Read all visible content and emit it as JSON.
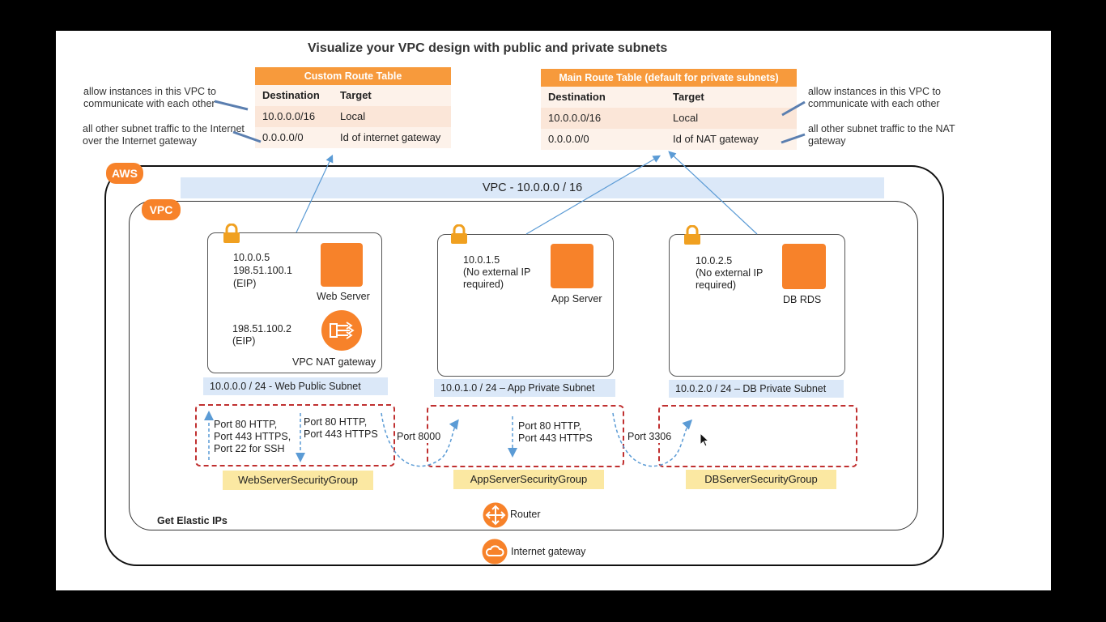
{
  "title": "Visualize your VPC design with public and private subnets",
  "custom_route_table": {
    "title": "Custom Route Table",
    "headers": [
      "Destination",
      "Target"
    ],
    "rows": [
      [
        "10.0.0.0/16",
        "Local"
      ],
      [
        "0.0.0.0/0",
        "Id of internet gateway"
      ]
    ]
  },
  "main_route_table": {
    "title": "Main Route Table (default for private subnets)",
    "headers": [
      "Destination",
      "Target"
    ],
    "rows": [
      [
        "10.0.0.0/16",
        "Local"
      ],
      [
        "0.0.0.0/0",
        "Id of NAT gateway"
      ]
    ]
  },
  "notes_left": {
    "local": "allow instances in this VPC to communicate with each other",
    "internet": "all other subnet traffic to the Internet over the Internet gateway"
  },
  "notes_right": {
    "local": "allow instances in this VPC to communicate with each other",
    "nat": "all other subnet traffic to the NAT gateway"
  },
  "aws_label": "AWS",
  "vpc_label": "VPC",
  "vpc_banner": "VPC - 10.0.0.0 / 16",
  "web_subnet": {
    "ip": "10.0.0.5",
    "eip": "198.51.100.1",
    "eip_note": "(EIP)",
    "server": "Web Server",
    "nat_ip": "198.51.100.2",
    "nat_eip_note": "(EIP)",
    "nat_label": "VPC NAT gateway",
    "label": "10.0.0.0 / 24  -  Web Public Subnet"
  },
  "app_subnet": {
    "ip": "10.0.1.5",
    "note1": "(No external IP",
    "note2": "required)",
    "server": "App Server",
    "label": "10.0.1.0 / 24 – App Private Subnet"
  },
  "db_subnet": {
    "ip": "10.0.2.5",
    "note1": "(No external IP",
    "note2": "required)",
    "server": "DB RDS",
    "label": "10.0.2.0 / 24 – DB Private Subnet"
  },
  "web_sg": {
    "rules_in": [
      "Port 80 HTTP,",
      "Port 443 HTTPS,",
      "Port 22 for SSH"
    ],
    "rules_out": [
      "Port 80 HTTP,",
      "Port 443 HTTPS"
    ],
    "name": "WebServerSecurityGroup"
  },
  "app_sg": {
    "rules": [
      "Port 80 HTTP,",
      "Port 443 HTTPS"
    ],
    "name": "AppServerSecurityGroup"
  },
  "db_sg": {
    "name": "DBServerSecurityGroup"
  },
  "port_8000": "Port 8000",
  "port_3306": "Port 3306",
  "get_eips": "Get Elastic IPs",
  "router": "Router",
  "igw": "Internet gateway",
  "colors": {
    "orange": "#f7822a",
    "blue_arrow": "#5b9bd5",
    "sg_border": "#c03030"
  }
}
